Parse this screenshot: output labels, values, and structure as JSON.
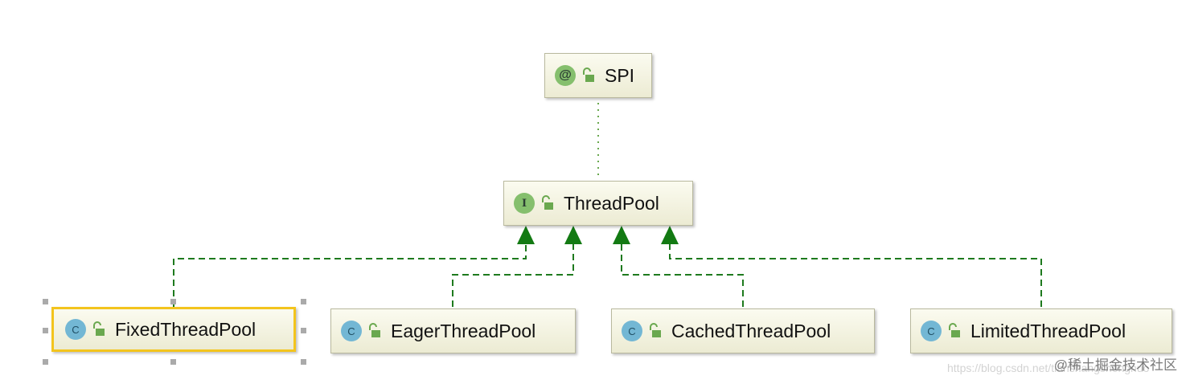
{
  "colors": {
    "node_fill": "#ecebd3",
    "node_border": "#b9b99e",
    "selection": "#f3c41d",
    "realization_edge": "#1e7a1e",
    "annotation_edge": "#6aa84f",
    "class_badge": "#73b7d4",
    "interface_badge": "#85bf6d"
  },
  "nodes": {
    "spi": {
      "label": "SPI",
      "kind": "annotation",
      "badge": "@",
      "icon": "unlocked-padlock-icon"
    },
    "thread_pool": {
      "label": "ThreadPool",
      "kind": "interface",
      "badge": "I",
      "icon": "unlocked-padlock-icon"
    },
    "fixed": {
      "label": "FixedThreadPool",
      "kind": "class",
      "badge": "C",
      "icon": "unlocked-padlock-icon",
      "selected": true
    },
    "eager": {
      "label": "EagerThreadPool",
      "kind": "class",
      "badge": "C",
      "icon": "unlocked-padlock-icon"
    },
    "cached": {
      "label": "CachedThreadPool",
      "kind": "class",
      "badge": "C",
      "icon": "unlocked-padlock-icon"
    },
    "limited": {
      "label": "LimitedThreadPool",
      "kind": "class",
      "badge": "C",
      "icon": "unlocked-padlock-icon"
    }
  },
  "edges": [
    {
      "from": "thread_pool",
      "to": "spi",
      "type": "annotated-by",
      "style": "dotted"
    },
    {
      "from": "fixed",
      "to": "thread_pool",
      "type": "implements",
      "style": "dashed"
    },
    {
      "from": "eager",
      "to": "thread_pool",
      "type": "implements",
      "style": "dashed"
    },
    {
      "from": "cached",
      "to": "thread_pool",
      "type": "implements",
      "style": "dashed"
    },
    {
      "from": "limited",
      "to": "thread_pool",
      "type": "implements",
      "style": "dashed"
    }
  ],
  "watermark": "@稀土掘金技术社区",
  "url_watermark": "https://blog.csdn.net/tianshangshengnuo"
}
